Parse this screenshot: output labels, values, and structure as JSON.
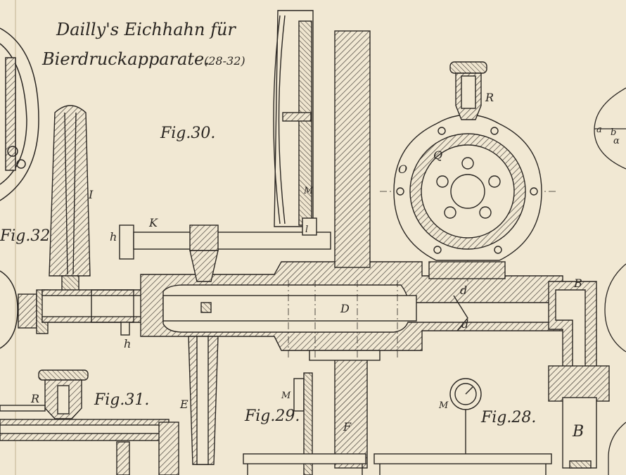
{
  "plate": {
    "title_line1": "Dailly's Eichhahn für",
    "title_line2": "Bierdruckapparate.",
    "title_ref": "(28-32)",
    "ink_color": "#2a2622",
    "paper_color": "#f1e8d3"
  },
  "figures": {
    "fig28": "Fig.28.",
    "fig29": "Fig.29.",
    "fig30": "Fig.30.",
    "fig31": "Fig.31.",
    "fig32": "Fig.32."
  },
  "labels": {
    "I": "I",
    "K": "K",
    "h_upper": "h",
    "h_lower": "h",
    "E": "E",
    "F": "F",
    "D": "D",
    "M_gauge": "M",
    "l": "l",
    "R_top": "R",
    "O": "O",
    "Q": "Q",
    "B_upper": "B",
    "B_lower": "B",
    "d_upper": "d",
    "d_lower": "d",
    "R_fig31": "R",
    "M_fig29": "M",
    "M_fig28": "M",
    "a": "a",
    "b": "b",
    "alpha": "α"
  }
}
